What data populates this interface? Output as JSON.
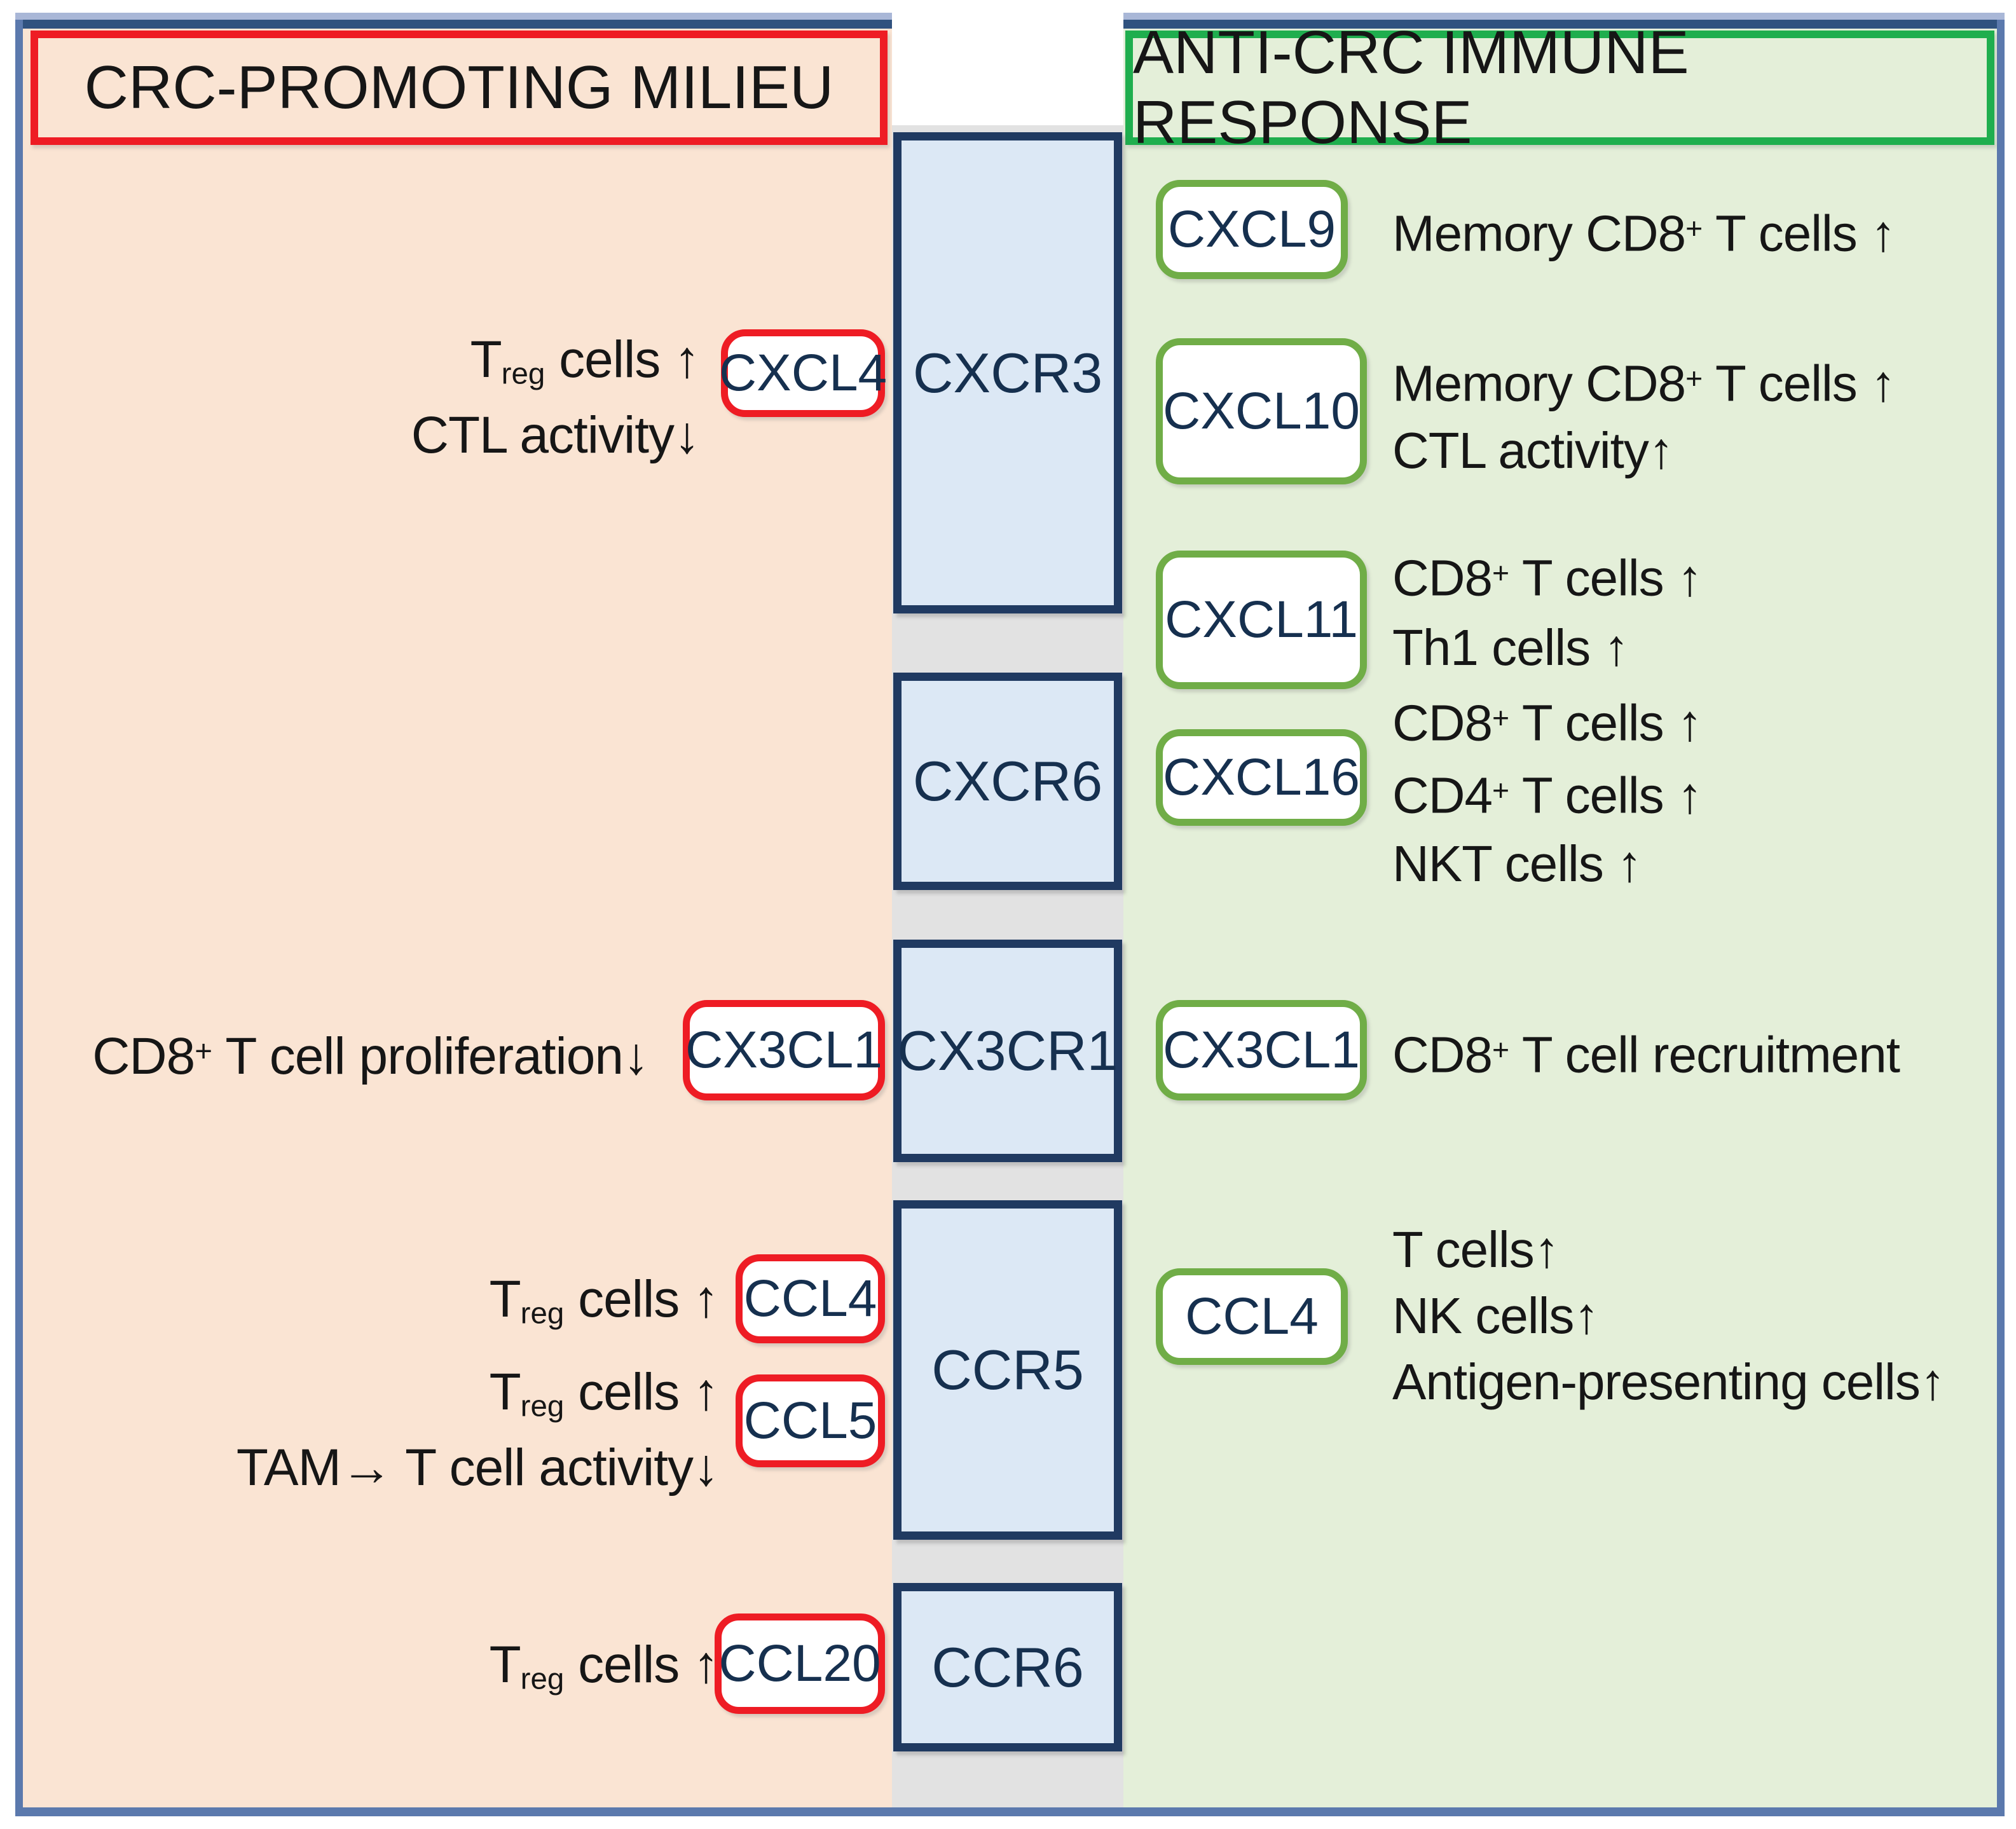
{
  "panels": {
    "left": {
      "title": "CRC-PROMOTING MILIEU"
    },
    "right": {
      "title": "ANTI-CRC IMMUNE RESPONSE"
    }
  },
  "receptors": [
    {
      "label": "CXCR3"
    },
    {
      "label": "CXCR6"
    },
    {
      "label": "CX3CR1"
    },
    {
      "label": "CCR5"
    },
    {
      "label": "CCR6"
    }
  ],
  "left_column": [
    {
      "ligand": "CXCL4",
      "effects": [
        "T~reg~ cells ↑",
        "CTL activity↓"
      ]
    },
    {
      "ligand": "CX3CL1",
      "effects": [
        "CD8^+^ T cell proliferation↓"
      ]
    },
    {
      "ligand": "CCL4",
      "effects": [
        "T~reg~ cells ↑"
      ]
    },
    {
      "ligand": "CCL5",
      "effects": [
        "T~reg~ cells ↑",
        "TAM→ T cell activity↓"
      ]
    },
    {
      "ligand": "CCL20",
      "effects": [
        "T~reg~ cells ↑"
      ]
    }
  ],
  "right_column": [
    {
      "ligand": "CXCL9",
      "effects": [
        "Memory CD8^+^ T cells ↑"
      ]
    },
    {
      "ligand": "CXCL10",
      "effects": [
        "Memory CD8^+^ T cells ↑",
        "CTL activity↑"
      ]
    },
    {
      "ligand": "CXCL11",
      "effects": [
        "CD8^+^ T cells ↑",
        "Th1 cells ↑"
      ]
    },
    {
      "ligand": "CXCL16",
      "effects": [
        "CD8^+^ T cells ↑",
        "CD4^+^ T cells ↑",
        "NKT cells ↑"
      ]
    },
    {
      "ligand": "CX3CL1",
      "effects": [
        "CD8^+^ T cell recruitment"
      ]
    },
    {
      "ligand": "CCL4",
      "effects": [
        "T cells↑",
        "NK cells↑",
        "Antigen-presenting cells↑"
      ]
    }
  ],
  "colors": {
    "peach": "#fae4d3",
    "panel_green": "#e4efd9",
    "strip_grey": "#e2e2e2",
    "blue_fill": "#dce8f5",
    "box_navy": "#203a61",
    "label_navy": "#16304f",
    "red": "#ee1c24",
    "header_green": "#1fae4e",
    "lig_green": "#70ad47",
    "frame_slate": "#5b79ad",
    "frame_navy": "#30527f",
    "frame_light": "#a9b7d7",
    "text_dark": "#161616"
  }
}
